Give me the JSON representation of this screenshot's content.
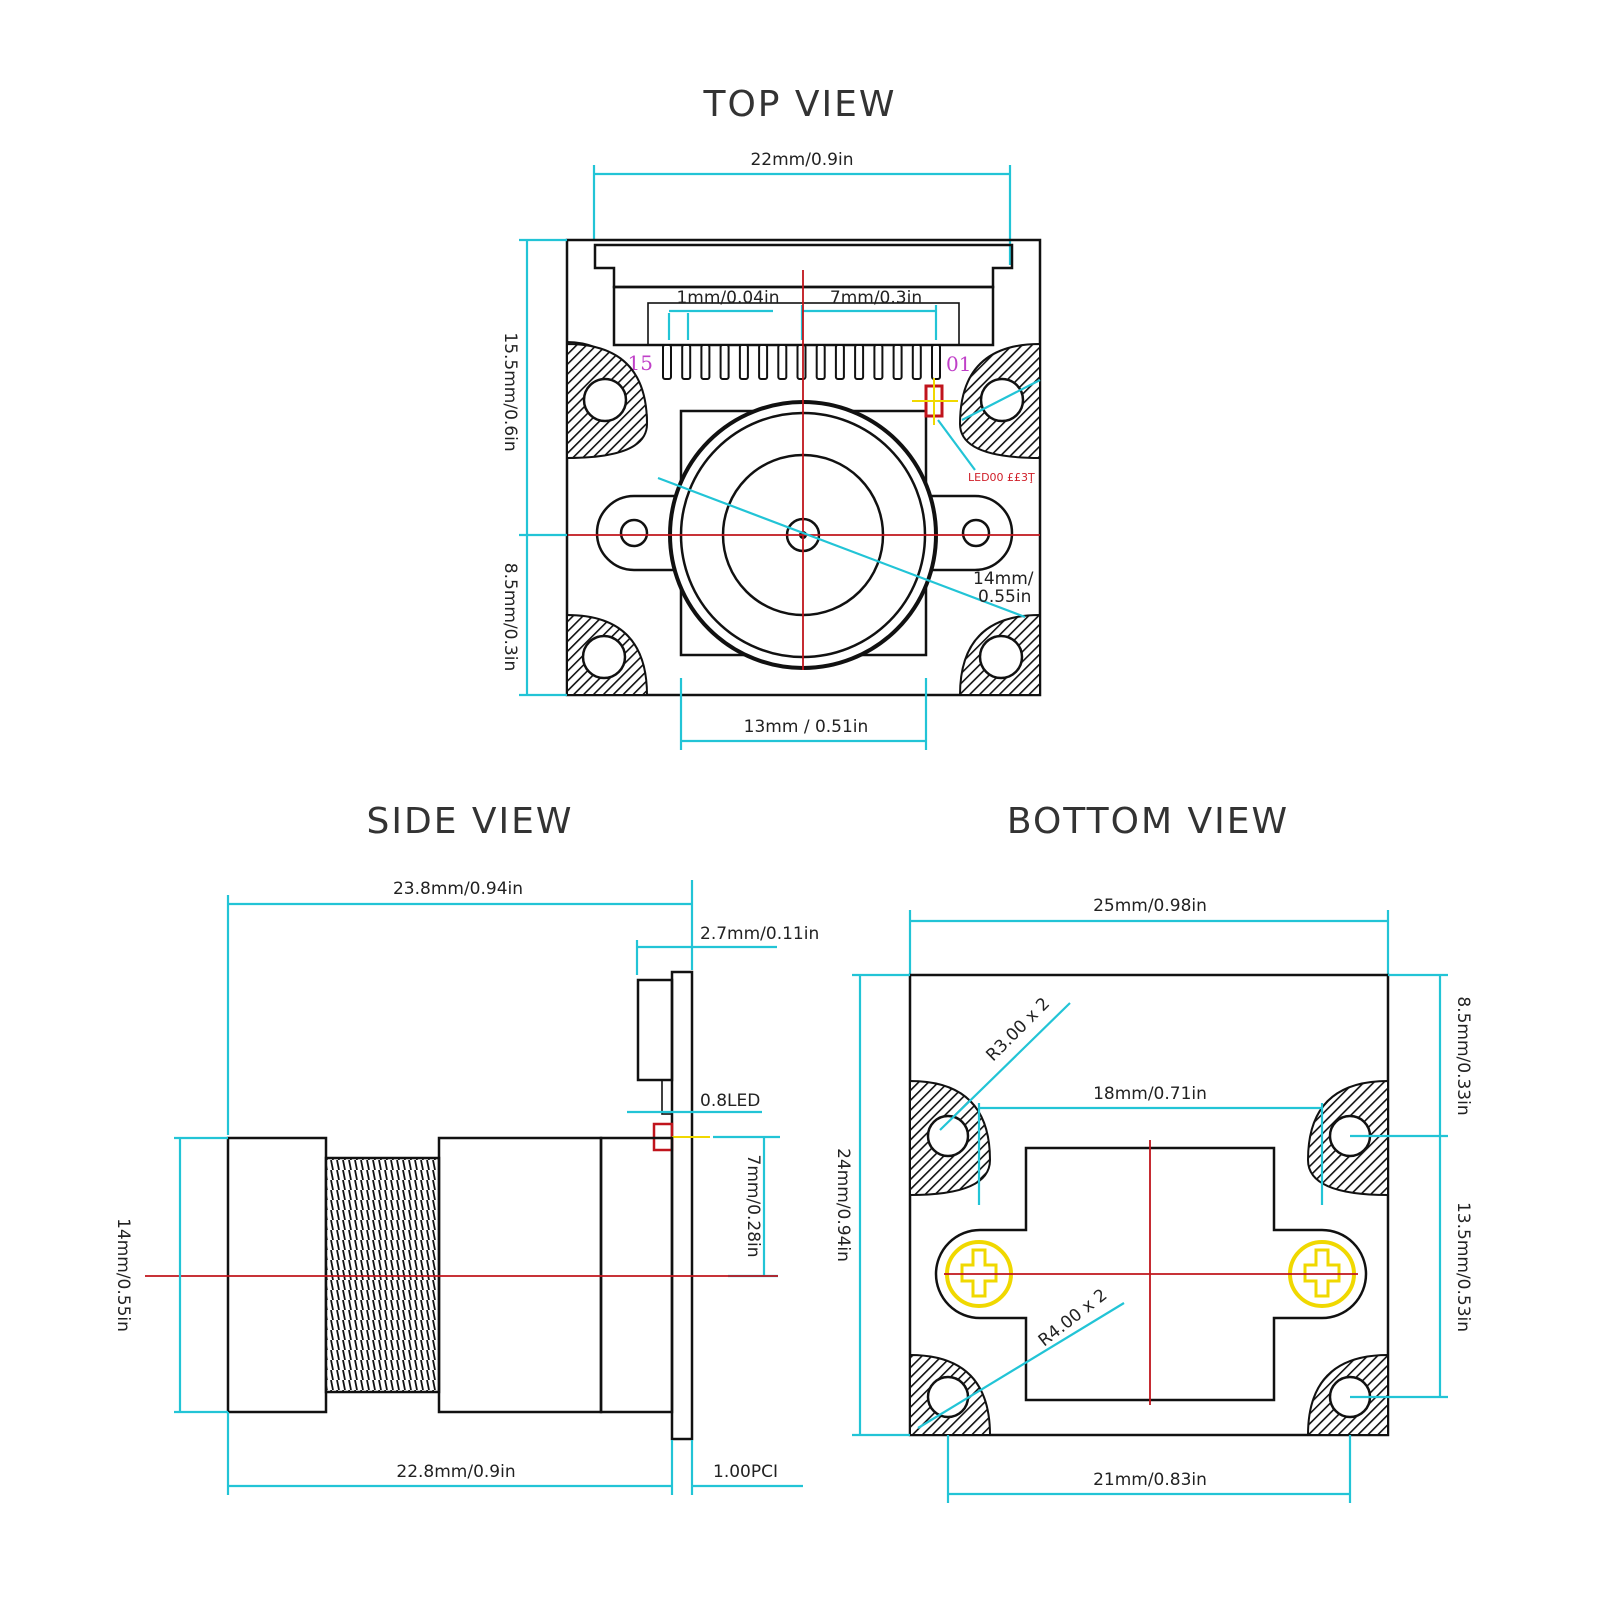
{
  "views": {
    "top": {
      "title": "TOP VIEW",
      "width": "22mm/0.9in",
      "pitch": "1mm/0.04in",
      "span": "7mm/0.3in",
      "pin_left": "15",
      "pin_right": "01",
      "led": "LED00 ££3Ţ",
      "height_upper": "15.5mm/0.6in",
      "height_lower": "8.5mm/0.3in",
      "lens_a": "14mm/",
      "lens_b": "0.55in",
      "base_width": "13mm / 0.51in"
    },
    "side": {
      "title": "SIDE VIEW",
      "length": "23.8mm/0.94in",
      "pcb_gap": "2.7mm/0.11in",
      "led": "0.8LED",
      "offset": "7mm/0.28in",
      "lens_dia": "14mm/0.55in",
      "base_length": "22.8mm/0.9in",
      "pcb": "1.00PCI"
    },
    "bottom": {
      "title": "BOTTOM  VIEW",
      "width": "25mm/0.98in",
      "r_top": "R3.00 x 2",
      "hole_span": "18mm/0.71in",
      "height": "24mm/0.94in",
      "right_upper": "8.5mm/0.33in",
      "right_lower": "13.5mm/0.53in",
      "r_bottom": "R4.00 x 2",
      "base_width": "21mm/0.83in"
    }
  },
  "colors": {
    "dimension": "#22c4d6",
    "centerline": "#c0141c",
    "pins": "#c040c8",
    "screw": "#f0d800",
    "outline": "#111111"
  }
}
